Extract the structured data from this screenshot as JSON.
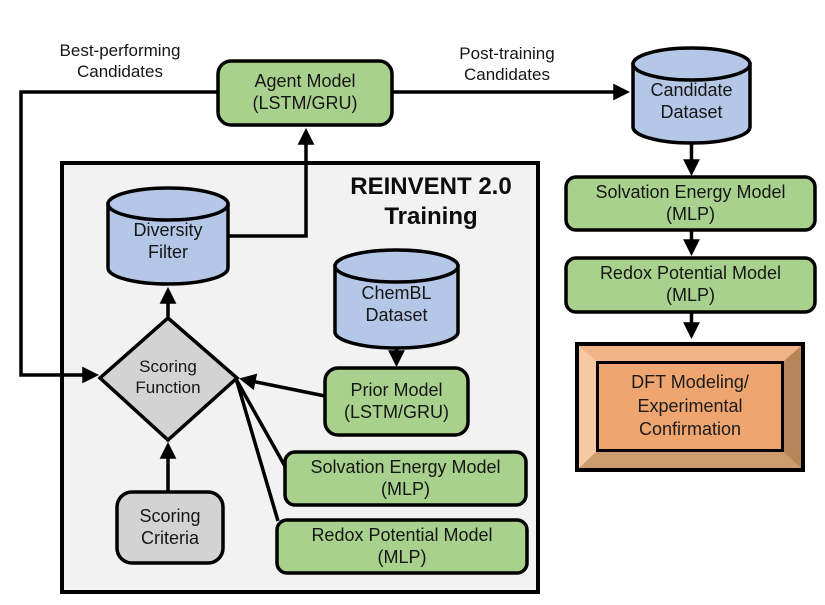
{
  "annotations": {
    "best_performing": "Best-performing\nCandidates",
    "post_training": "Post-training\nCandidates"
  },
  "container": {
    "title": "REINVENT 2.0\nTraining"
  },
  "nodes": {
    "agent_model": {
      "label": "Agent Model\n(LSTM/GRU)",
      "type": "model"
    },
    "candidate_dataset": {
      "label": "Candidate\nDataset",
      "type": "dataset"
    },
    "diversity_filter": {
      "label": "Diversity\nFilter",
      "type": "dataset"
    },
    "chembl_dataset": {
      "label": "ChemBL\nDataset",
      "type": "dataset"
    },
    "prior_model": {
      "label": "Prior Model\n(LSTM/GRU)",
      "type": "model"
    },
    "scoring_function": {
      "label": "Scoring\nFunction",
      "type": "decision"
    },
    "scoring_criteria": {
      "label": "Scoring\nCriteria",
      "type": "input"
    },
    "solvation_model_training": {
      "label": "Solvation Energy Model\n(MLP)",
      "type": "model"
    },
    "redox_model_training": {
      "label": "Redox Potential Model\n(MLP)",
      "type": "model"
    },
    "solvation_model_posttraining": {
      "label": "Solvation Energy Model\n(MLP)",
      "type": "model"
    },
    "redox_model_posttraining": {
      "label": "Redox Potential Model\n(MLP)",
      "type": "model"
    },
    "dft_confirmation": {
      "label": "DFT Modeling/\nExperimental\nConfirmation",
      "type": "final"
    }
  },
  "colors": {
    "model_green": "#a9d18e",
    "dataset_blue": "#b4c7e7",
    "scoring_gray": "#d3d3d3",
    "container_fill": "#f2f2f2",
    "outline_black": "#000000",
    "frame_light": "#f6c9a5",
    "frame_top": "#f0b488",
    "frame_right": "#b8855a",
    "frame_bottom": "#cd9c6e",
    "frame_fill": "#efa56f"
  }
}
